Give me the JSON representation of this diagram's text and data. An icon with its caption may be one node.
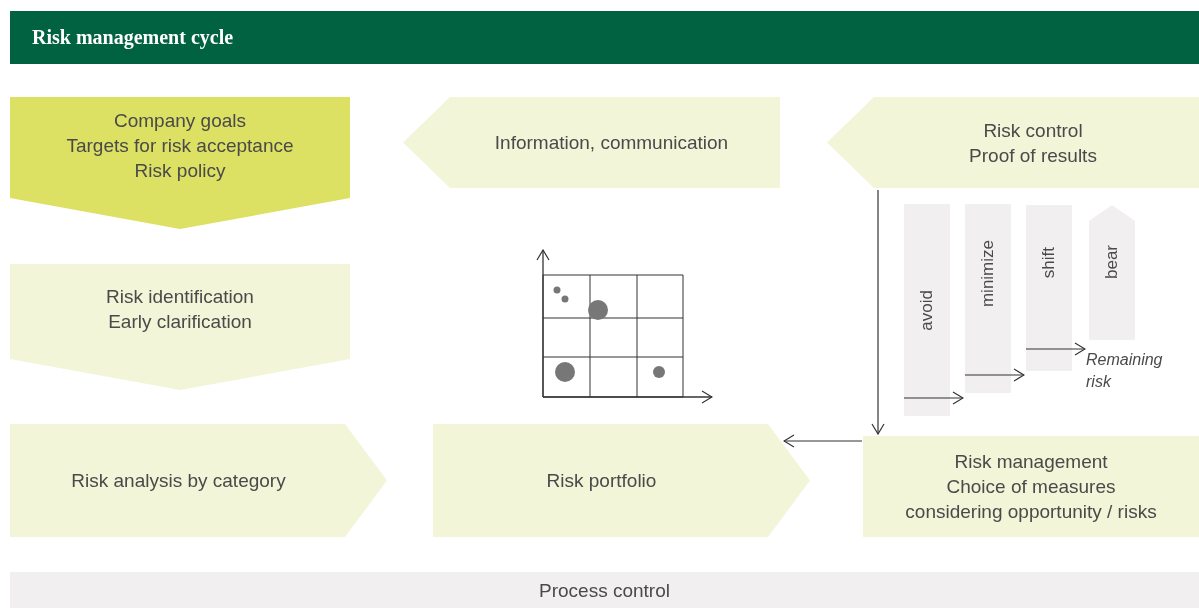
{
  "diagram": {
    "title": "Risk management cycle",
    "nodes": [
      {
        "text": [
          "Company goals",
          "Targets for risk acceptance",
          "Risk policy"
        ]
      },
      {
        "text": [
          "Information, communication"
        ]
      },
      {
        "text": [
          "Risk control",
          "Proof of results"
        ]
      },
      {
        "text": [
          "Risk identification",
          "Early clarification"
        ]
      },
      {
        "text": [
          "Risk analysis by category"
        ]
      },
      {
        "text": [
          "Risk portfolio"
        ]
      },
      {
        "text": [
          "Risk management",
          "Choice of measures",
          "considering opportunity / risks"
        ]
      },
      {
        "text": [
          "avoid"
        ]
      },
      {
        "text": [
          "minimize"
        ]
      },
      {
        "text": [
          "shift"
        ]
      },
      {
        "text": [
          "bear"
        ]
      },
      {
        "text": [
          "Remaining risk"
        ]
      },
      {
        "text": [
          "Process control"
        ]
      }
    ],
    "edges": [
      {
        "from": 6,
        "to": 5,
        "arrow": "to"
      },
      {
        "from": 2,
        "to": 6,
        "arrow": "to"
      },
      {
        "from": 7,
        "to": 8,
        "arrow": "to"
      },
      {
        "from": 8,
        "to": 9,
        "arrow": "to"
      },
      {
        "from": 9,
        "to": 11,
        "arrow": "to"
      }
    ]
  }
}
